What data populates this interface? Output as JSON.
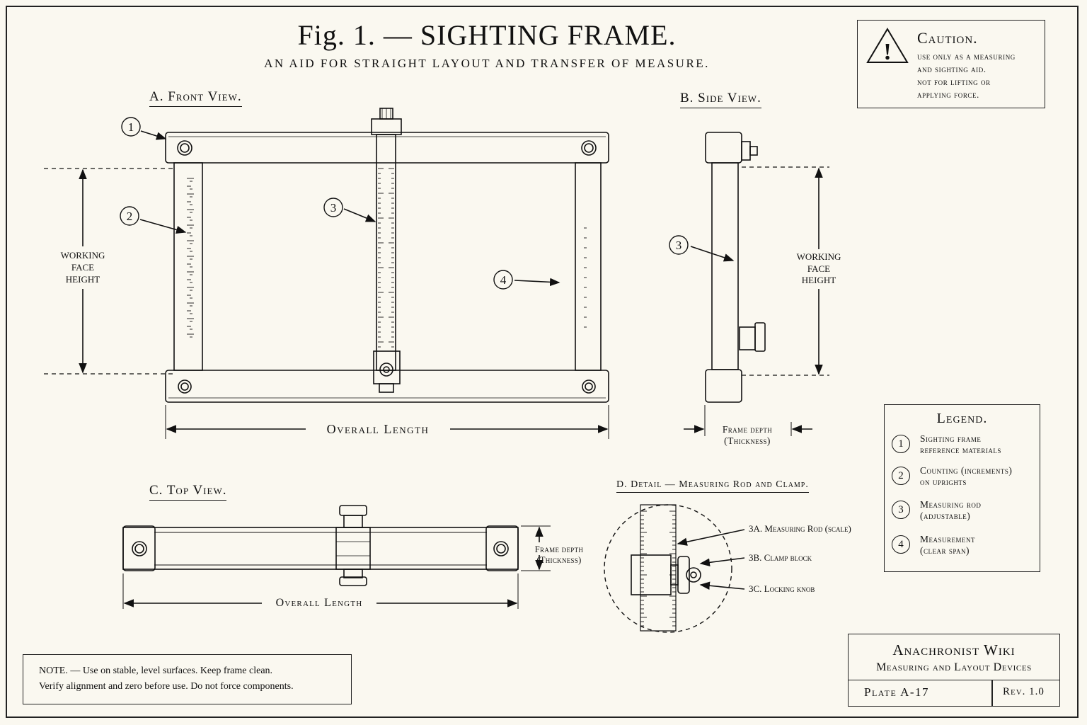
{
  "title": "Fig. 1. — SIGHTING FRAME.",
  "subtitle": "AN AID FOR STRAIGHT LAYOUT AND TRANSFER OF MEASURE.",
  "views": {
    "front": "A. Front View.",
    "side": "B. Side View.",
    "top": "C. Top View.",
    "detail": "D. Detail — Measuring Rod and Clamp."
  },
  "callouts": [
    "1",
    "2",
    "3",
    "4"
  ],
  "dimensions": {
    "working_face_height": [
      "WORKING",
      "FACE",
      "HEIGHT"
    ],
    "overall_length": "Overall Length",
    "frame_depth": [
      "Frame depth",
      "(Thickness)"
    ]
  },
  "detail_labels": {
    "a": "3A. Measuring Rod (scale)",
    "b": "3B. Clamp block",
    "c": "3C. Locking knob"
  },
  "caution": {
    "title": "Caution.",
    "lines": [
      "use only as a measuring",
      "and sighting aid.",
      "not for lifting or",
      "applying force."
    ]
  },
  "legend": {
    "title": "Legend.",
    "items": [
      {
        "num": "1",
        "lines": [
          "Sighting frame",
          "reference materials"
        ]
      },
      {
        "num": "2",
        "lines": [
          "Counting (increments)",
          "on uprights"
        ]
      },
      {
        "num": "3",
        "lines": [
          "Measuring rod",
          "(adjustable)"
        ]
      },
      {
        "num": "4",
        "lines": [
          "Measurement",
          "(clear span)"
        ]
      }
    ]
  },
  "note": {
    "lines": [
      "NOTE. — Use on stable, level surfaces. Keep frame clean.",
      "Verify alignment and zero before use. Do not force components."
    ]
  },
  "title_block": {
    "org": "Anachronist Wiki",
    "series": "Measuring and Layout Devices",
    "plate": "Plate A-17",
    "rev": "Rev. 1.0"
  }
}
